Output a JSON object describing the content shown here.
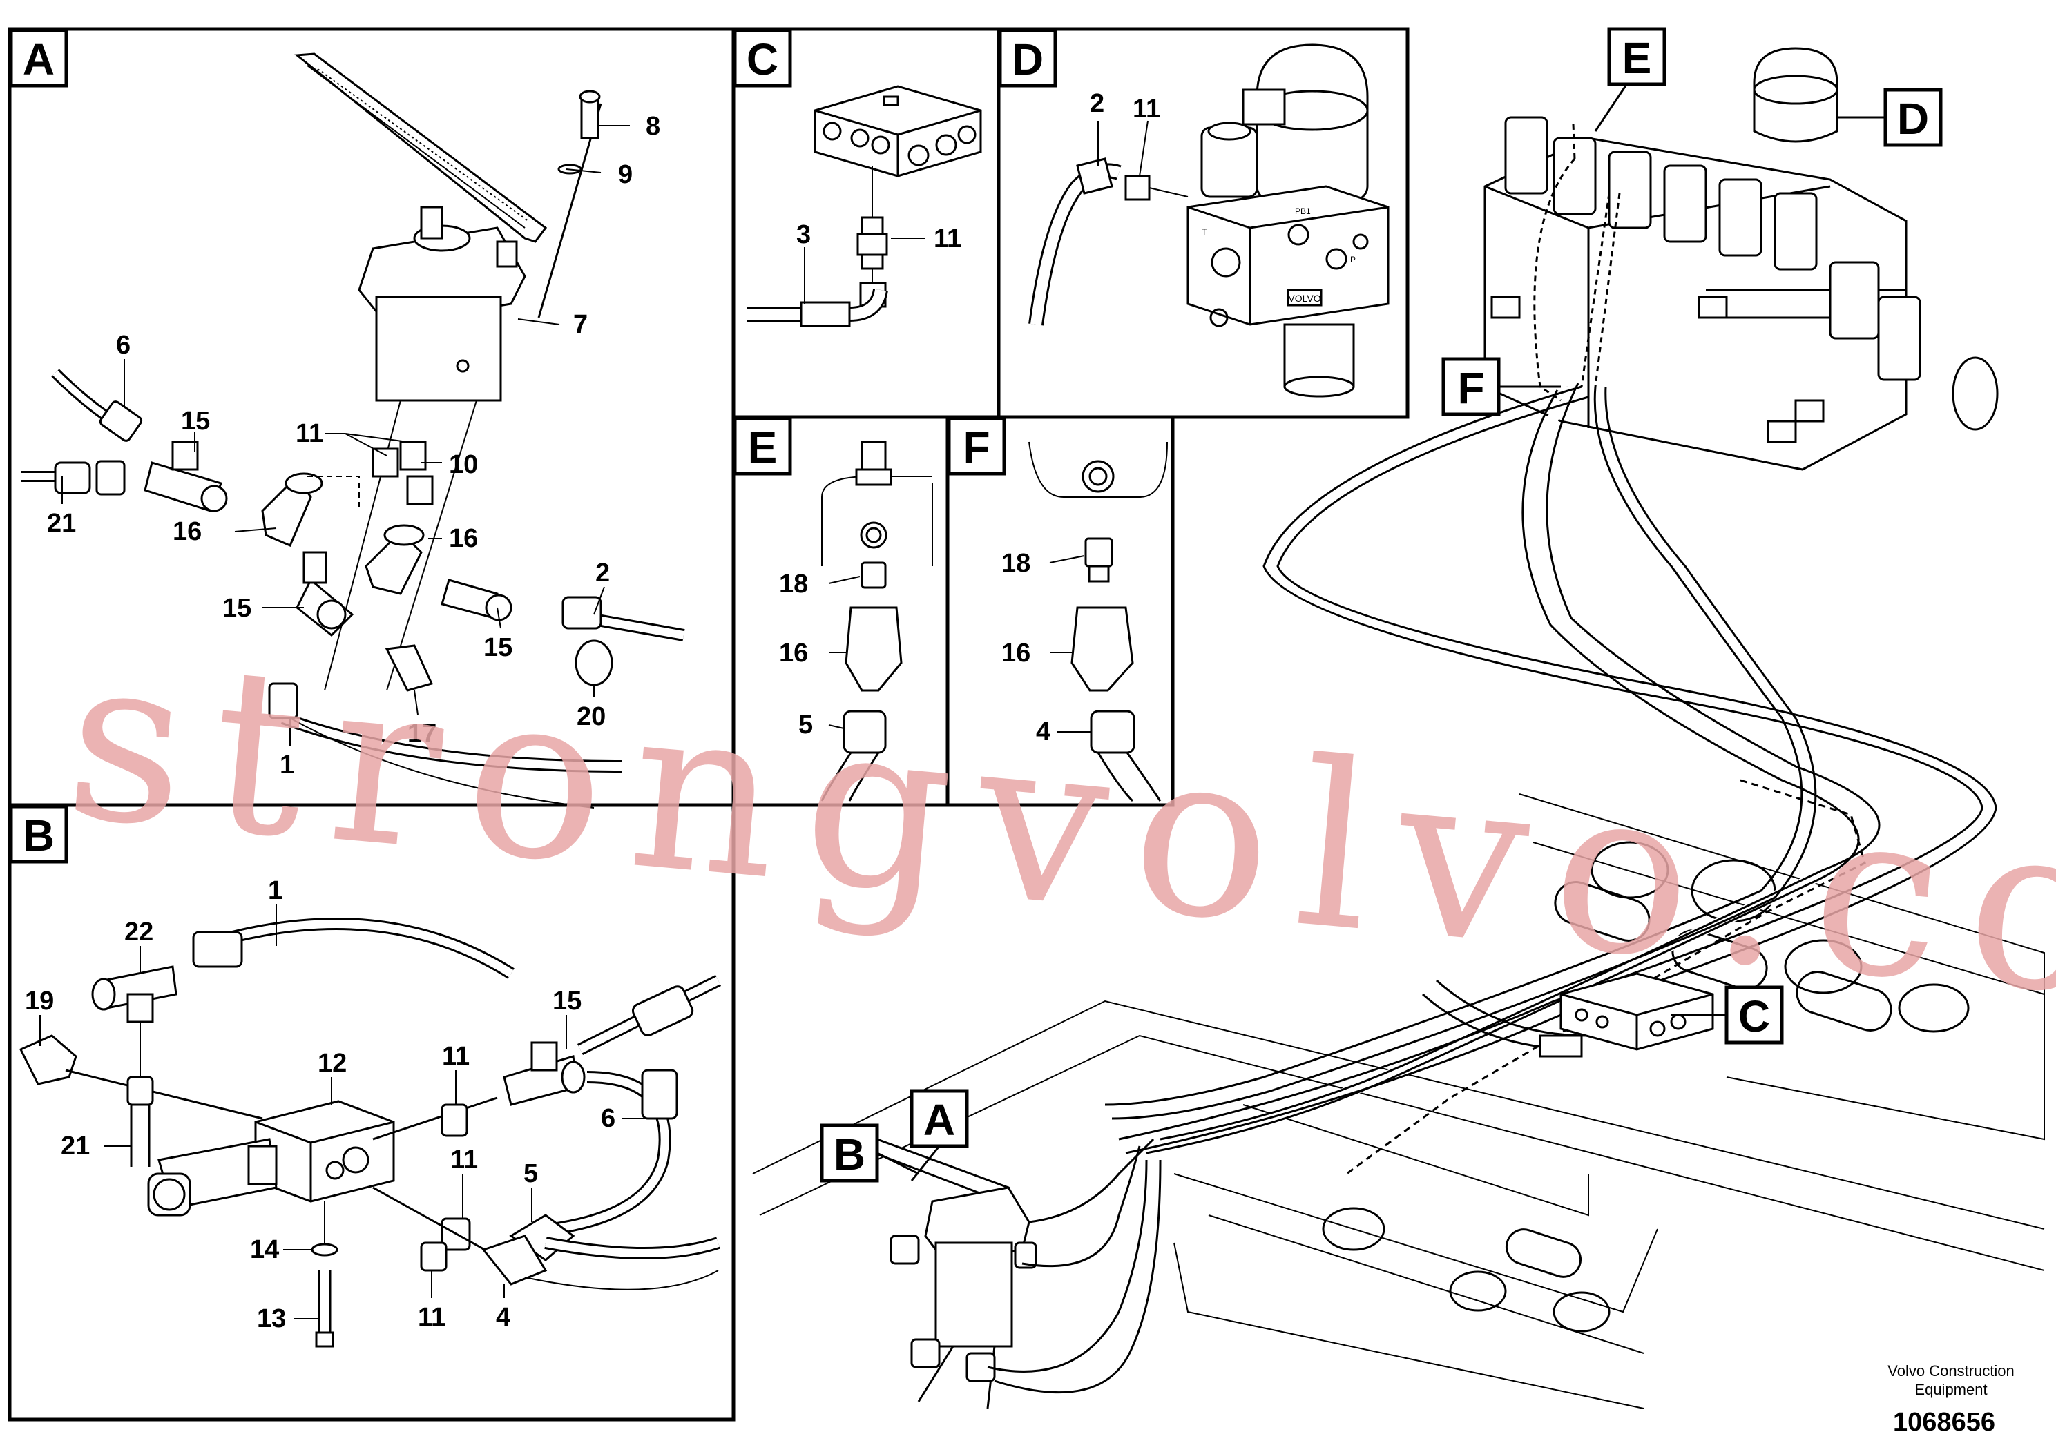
{
  "panels": {
    "A": {
      "letter": "A",
      "callouts": [
        "8",
        "9",
        "7",
        "6",
        "15",
        "11",
        "10",
        "21",
        "16",
        "16",
        "2",
        "15",
        "15",
        "17",
        "20",
        "1"
      ]
    },
    "B": {
      "letter": "B",
      "callouts": [
        "1",
        "22",
        "19",
        "15",
        "11",
        "12",
        "6",
        "21",
        "11",
        "5",
        "14",
        "11",
        "4",
        "13"
      ]
    },
    "C": {
      "letter": "C",
      "callouts": [
        "3",
        "11"
      ]
    },
    "D": {
      "letter": "D",
      "callouts": [
        "2",
        "11"
      ]
    },
    "E": {
      "letter": "E",
      "callouts": [
        "18",
        "16",
        "5"
      ]
    },
    "F": {
      "letter": "F",
      "callouts": [
        "18",
        "16",
        "4"
      ]
    }
  },
  "main_view_tags": [
    "E",
    "D",
    "F",
    "A",
    "B",
    "C"
  ],
  "valve_markings": {
    "volvo": "VOLVO",
    "port_p": "P",
    "port_pb": "PB1",
    "port_t": "T"
  },
  "watermark": "strongvolvo.com",
  "footer": {
    "line1": "Volvo Construction",
    "line2": "Equipment",
    "number": "1068656"
  },
  "colors": {
    "line": "#000000",
    "watermark": "#e8a6a6",
    "background": "#ffffff"
  }
}
